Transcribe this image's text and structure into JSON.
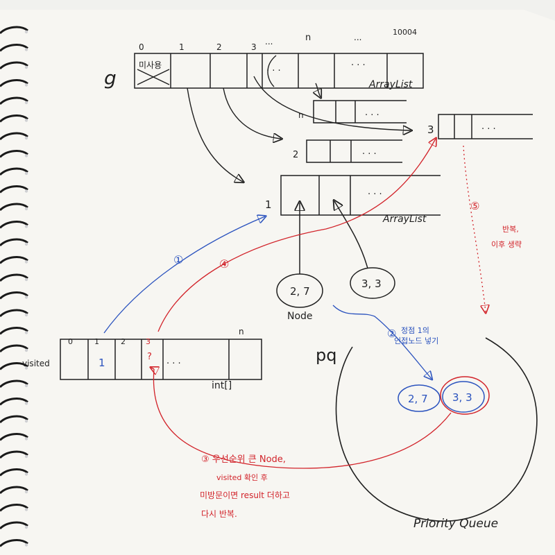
{
  "graph_array": {
    "var_name": "g",
    "indices": [
      "0",
      "1",
      "2",
      "3",
      "...",
      "n",
      "...",
      "10004"
    ],
    "unused_cell": "미사용",
    "unused_mark": "X",
    "cell_ellipsis": ". . .",
    "type_label": "ArrayList"
  },
  "adjacency": {
    "rows": [
      {
        "index": "n",
        "ellipsis": ". . ."
      },
      {
        "index": "3",
        "ellipsis": ". . ."
      },
      {
        "index": "2",
        "ellipsis": ". . ."
      },
      {
        "index": "1",
        "ellipsis": ". . ."
      }
    ],
    "type_label": "ArrayList"
  },
  "nodes": {
    "items": [
      "2, 7",
      "3, 3"
    ],
    "label": "Node"
  },
  "visited_array": {
    "label": "visited",
    "indices": [
      "0",
      "1",
      "2",
      "3",
      "n"
    ],
    "value_at_1": "1",
    "check_mark": "?",
    "ellipsis": ". . .",
    "type_label": "int[]"
  },
  "priority_queue": {
    "var_name": "pq",
    "items": [
      "2, 7",
      "3, 3"
    ],
    "label": "Priority Queue"
  },
  "steps": {
    "step1": "①",
    "step2_num": "②",
    "step2_text": [
      "정점 1의",
      "인접노드 넣기"
    ],
    "step3_lines": [
      "③ 우선순위 큰 Node,",
      "visited 확인 후",
      "미방문이면 result 더하고",
      "다시 반복."
    ],
    "step4": "④",
    "step5_num": "⑤",
    "step5_text": [
      "반복,",
      "이후 생략"
    ]
  },
  "colors": {
    "paper": "#f7f6f2",
    "ink_black": "#1f1f1f",
    "ink_blue": "#2a52be",
    "ink_red": "#d2232a"
  }
}
